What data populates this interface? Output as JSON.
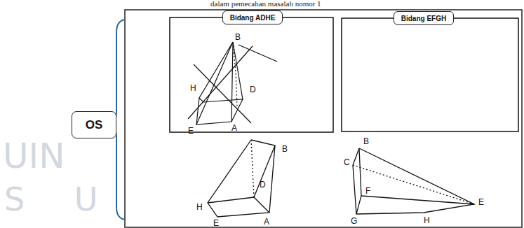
{
  "diagram": {
    "nodes": [
      {
        "text": [
          "OS"
        ]
      },
      {
        "text": [
          "Bidang ADHE"
        ]
      },
      {
        "text": [
          "Bidang EFGH"
        ]
      }
    ],
    "labels": [
      "dalam pemecahan masalah nomor 1",
      "UIN",
      "S U",
      "B",
      "H",
      "D",
      "E",
      "A",
      "B",
      "H",
      "D",
      "E",
      "A",
      "C",
      "B",
      "F",
      "E",
      "G",
      "H"
    ]
  }
}
